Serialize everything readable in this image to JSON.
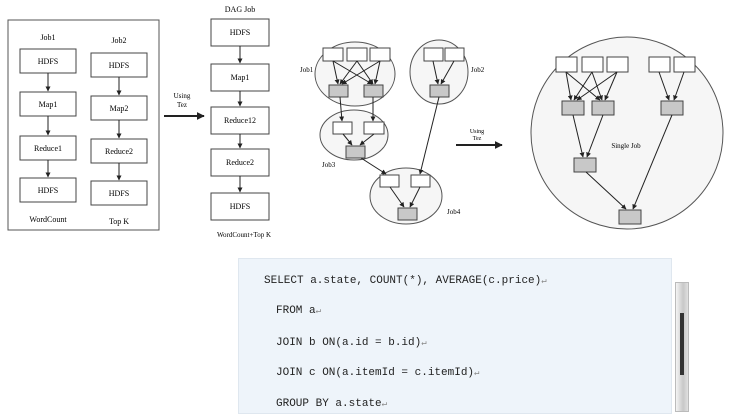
{
  "left_panel": {
    "job1": {
      "label": "Job1",
      "steps": [
        "HDFS",
        "Map1",
        "Reduce1",
        "HDFS"
      ]
    },
    "job2": {
      "label": "Job2",
      "steps": [
        "HDFS",
        "Map2",
        "Reduce2",
        "HDFS"
      ]
    },
    "footer_left": "WordCount",
    "footer_right": "Top K"
  },
  "arrow1_label": [
    "Using",
    "Tez"
  ],
  "dag_job": {
    "title": "DAG Job",
    "steps": [
      "HDFS",
      "Map1",
      "Reduce12",
      "Reduce2",
      "HDFS"
    ],
    "caption": "WordCount+Top K"
  },
  "multi_job_labels": {
    "job1": "Job1",
    "job2": "Job2",
    "job3": "Job3",
    "job4": "Job4"
  },
  "arrow2_label": [
    "Using",
    "Tez"
  ],
  "single_job_label": "Single Job",
  "code_lines": [
    "SELECT a.state, COUNT(*), AVERAGE(c.price)",
    "FROM a",
    "JOIN b ON(a.id = b.id)",
    "JOIN c ON(a.itemId = c.itemId)",
    "GROUP BY a.state"
  ],
  "line_mark": "↵"
}
